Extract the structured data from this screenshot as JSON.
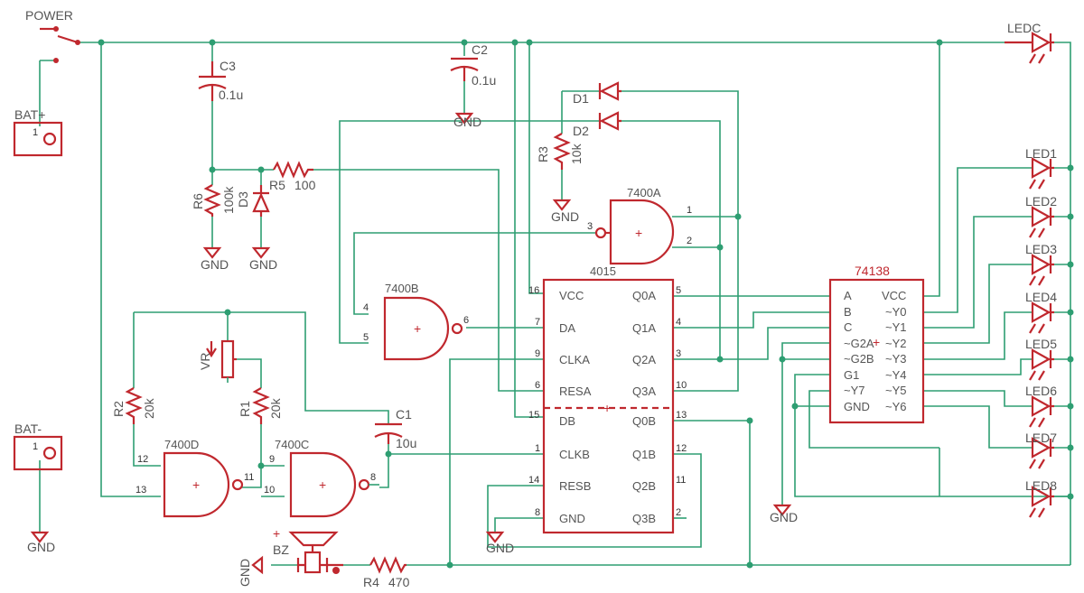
{
  "switch": {
    "label": "POWER"
  },
  "batteries": [
    {
      "label": "BAT+",
      "pin": "1"
    },
    {
      "label": "BAT-",
      "pin": "1"
    }
  ],
  "capacitors": [
    {
      "name": "C3",
      "value": "0.1u"
    },
    {
      "name": "C2",
      "value": "0.1u"
    },
    {
      "name": "C1",
      "value": "10u"
    }
  ],
  "resistors": [
    {
      "name": "R6",
      "value": "100k"
    },
    {
      "name": "R5",
      "value": "100"
    },
    {
      "name": "R3",
      "value": "10k"
    },
    {
      "name": "R2",
      "value": "20k"
    },
    {
      "name": "R1",
      "value": "20k"
    },
    {
      "name": "R4",
      "value": "470"
    }
  ],
  "diodes": [
    "D1",
    "D2",
    "D3"
  ],
  "trimmer": "VR",
  "buzzer": "BZ",
  "gnd": "GND",
  "gates": {
    "a": {
      "name": "7400A",
      "in1": "1",
      "in2": "2",
      "out": "3"
    },
    "b": {
      "name": "7400B",
      "in1": "4",
      "in2": "5",
      "out": "6"
    },
    "c": {
      "name": "7400C",
      "in1": "9",
      "in2": "10",
      "out": "8"
    },
    "d": {
      "name": "7400D",
      "in1": "12",
      "in2": "13",
      "out": "11"
    }
  },
  "ic4015": {
    "name": "4015",
    "left": [
      {
        "label": "VCC",
        "pin": "16"
      },
      {
        "label": "DA",
        "pin": "7"
      },
      {
        "label": "CLKA",
        "pin": "9"
      },
      {
        "label": "RESA",
        "pin": "6"
      },
      {
        "label": "DB",
        "pin": "15"
      },
      {
        "label": "CLKB",
        "pin": "1"
      },
      {
        "label": "RESB",
        "pin": "14"
      },
      {
        "label": "GND",
        "pin": "8"
      }
    ],
    "right": [
      {
        "label": "Q0A",
        "pin": "5"
      },
      {
        "label": "Q1A",
        "pin": "4"
      },
      {
        "label": "Q2A",
        "pin": "3"
      },
      {
        "label": "Q3A",
        "pin": "10"
      },
      {
        "label": "Q0B",
        "pin": "13"
      },
      {
        "label": "Q1B",
        "pin": "12"
      },
      {
        "label": "Q2B",
        "pin": "11"
      },
      {
        "label": "Q3B",
        "pin": "2"
      }
    ]
  },
  "ic74138": {
    "name": "74138",
    "left": [
      "A",
      "B",
      "C",
      "~G2A",
      "~G2B",
      "G1",
      "~Y7",
      "GND"
    ],
    "right": [
      "VCC",
      "~Y0",
      "~Y1",
      "~Y2",
      "~Y3",
      "~Y4",
      "~Y5",
      "~Y6"
    ]
  },
  "leds": [
    "LEDC",
    "LED1",
    "LED2",
    "LED3",
    "LED4",
    "LED5",
    "LED6",
    "LED7",
    "LED8"
  ]
}
